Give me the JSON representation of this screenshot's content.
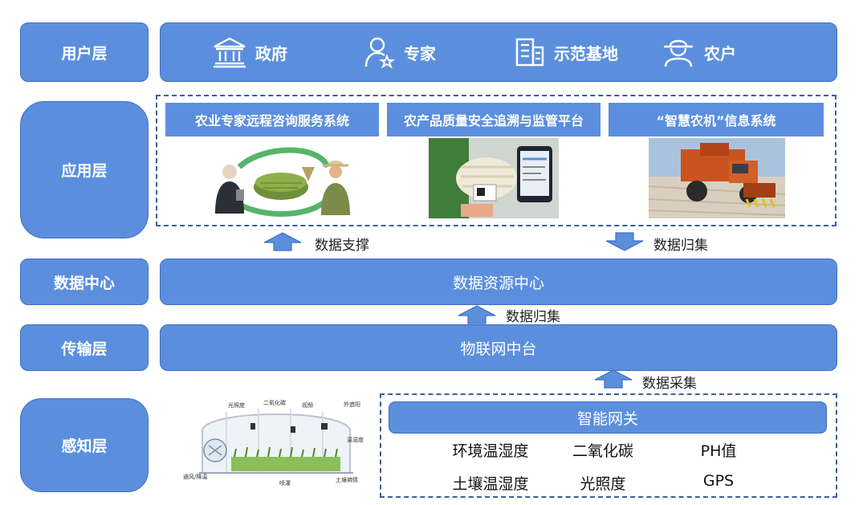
{
  "layers": {
    "user": "用户层",
    "application": "应用层",
    "data_center": "数据中心",
    "transport": "传输层",
    "perception": "感知层"
  },
  "users": [
    {
      "label": "政府",
      "icon": "government-building-icon"
    },
    {
      "label": "专家",
      "icon": "expert-user-icon"
    },
    {
      "label": "示范基地",
      "icon": "demo-base-building-icon"
    },
    {
      "label": "农户",
      "icon": "farmer-icon"
    }
  ],
  "apps": [
    {
      "title": "农业专家远程咨询服务系统",
      "image": "remote-consultation-image"
    },
    {
      "title": "农产品质量安全追溯与监管平台",
      "image": "traceability-phone-image"
    },
    {
      "title": "“智慧农机”信息系统",
      "image": "harvester-machine-image"
    }
  ],
  "arrows": {
    "data_support": "数据支撑",
    "data_collect_down": "数据归集",
    "data_collect_up": "数据归集",
    "data_acquire": "数据采集"
  },
  "data_center": {
    "label": "数据资源中心"
  },
  "transport": {
    "label": "物联网中台"
  },
  "gateway": {
    "label": "智能网关"
  },
  "sensors": [
    "环境温湿度",
    "二氧化碳",
    "PH值",
    "土壤温湿度",
    "光照度",
    "GPS"
  ],
  "greenhouse_labels": [
    "光照度",
    "二氧化碳",
    "视频",
    "外遮阳",
    "温湿度",
    "通风/降温",
    "喷灌",
    "土壤墒情"
  ],
  "colors": {
    "primary": "#5b8fde",
    "border": "#3f6fc0",
    "dashed": "#3e5f9a"
  }
}
